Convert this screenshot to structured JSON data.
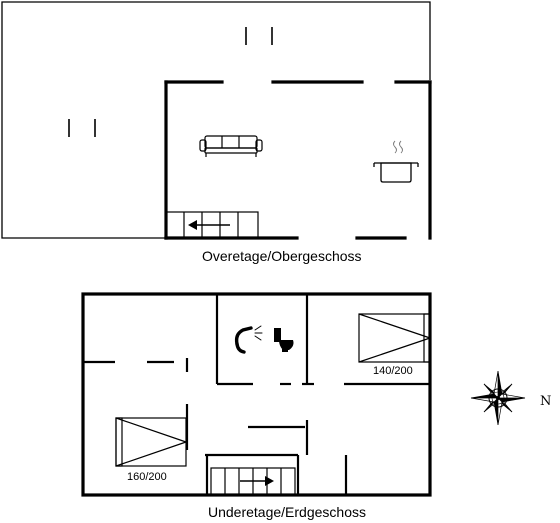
{
  "floors": {
    "upper_label": "Overetage/Obergeschoss",
    "lower_label": "Underetage/Erdgeschoss"
  },
  "beds": {
    "bed_right_size": "140/200",
    "bed_left_size": "160/200"
  },
  "compass": {
    "north_label": "N"
  },
  "icons": [
    "sofa-icon",
    "cooking-pot-icon",
    "staircase-icon",
    "shower-icon",
    "toilet-icon",
    "bed-icon",
    "compass-rose-icon"
  ],
  "colors": {
    "walls": "#000000",
    "thin_lines": "#000000",
    "background": "#ffffff"
  }
}
